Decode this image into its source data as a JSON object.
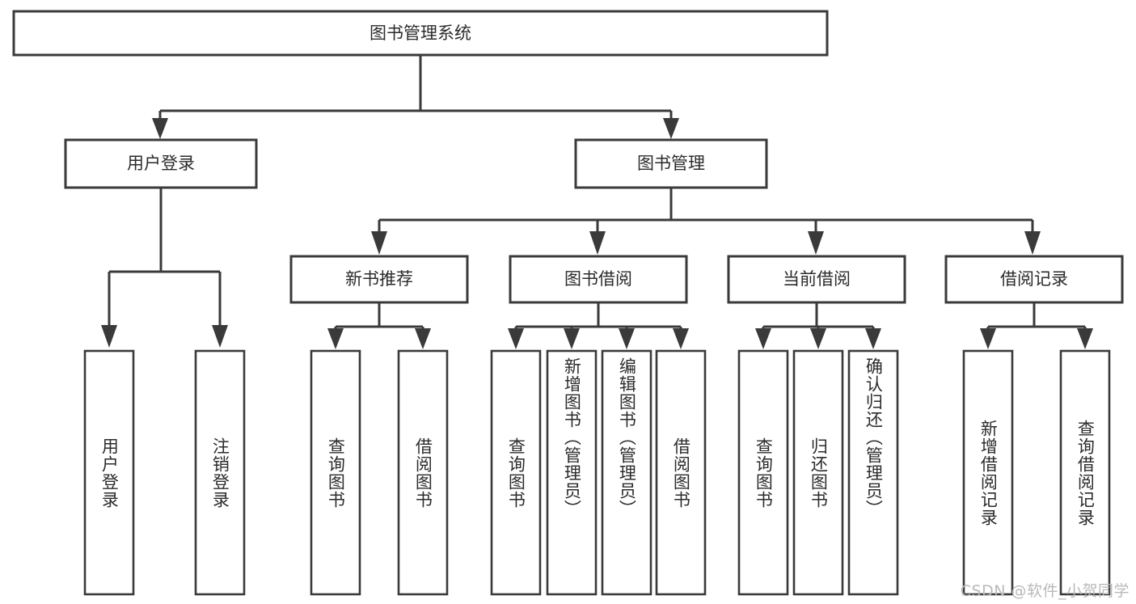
{
  "diagram": {
    "type": "tree-hierarchy-diagram",
    "title": "图书管理系统",
    "orientation": "top-down",
    "root": {
      "id": "root",
      "label": "图书管理系统",
      "text_direction": "horizontal"
    },
    "level2": [
      {
        "id": "user-login",
        "label": "用户登录",
        "text_direction": "horizontal"
      },
      {
        "id": "book-manage",
        "label": "图书管理",
        "text_direction": "horizontal"
      }
    ],
    "level3": [
      {
        "id": "new-book-recommend",
        "label": "新书推荐",
        "parent": "book-manage",
        "text_direction": "horizontal"
      },
      {
        "id": "book-borrow",
        "label": "图书借阅",
        "parent": "book-manage",
        "text_direction": "horizontal"
      },
      {
        "id": "current-borrow",
        "label": "当前借阅",
        "parent": "book-manage",
        "text_direction": "horizontal"
      },
      {
        "id": "borrow-record",
        "label": "借阅记录",
        "parent": "book-manage",
        "text_direction": "horizontal"
      }
    ],
    "leaves": [
      {
        "id": "leaf-user-login",
        "label": "用户登录",
        "parent": "user-login",
        "text_direction": "vertical"
      },
      {
        "id": "leaf-logout-login",
        "label": "注销登录",
        "parent": "user-login",
        "text_direction": "vertical"
      },
      {
        "id": "leaf-query-book-1",
        "label": "查询图书",
        "parent": "new-book-recommend",
        "text_direction": "vertical"
      },
      {
        "id": "leaf-borrow-book-1",
        "label": "借阅图书",
        "parent": "new-book-recommend",
        "text_direction": "vertical"
      },
      {
        "id": "leaf-query-book-2",
        "label": "查询图书",
        "parent": "book-borrow",
        "text_direction": "vertical"
      },
      {
        "id": "leaf-add-book",
        "label": "新增图书（管理员）",
        "parent": "book-borrow",
        "text_direction": "vertical"
      },
      {
        "id": "leaf-edit-book",
        "label": "编辑图书（管理员）",
        "parent": "book-borrow",
        "text_direction": "vertical"
      },
      {
        "id": "leaf-borrow-book-2",
        "label": "借阅图书",
        "parent": "book-borrow",
        "text_direction": "vertical"
      },
      {
        "id": "leaf-query-book-3",
        "label": "查询图书",
        "parent": "current-borrow",
        "text_direction": "vertical"
      },
      {
        "id": "leaf-return-book",
        "label": "归还图书",
        "parent": "current-borrow",
        "text_direction": "vertical"
      },
      {
        "id": "leaf-confirm-return",
        "label": "确认归还（管理员）",
        "parent": "current-borrow",
        "text_direction": "vertical"
      },
      {
        "id": "leaf-add-record",
        "label": "新增借阅记录",
        "parent": "borrow-record",
        "text_direction": "vertical"
      },
      {
        "id": "leaf-query-record",
        "label": "查询借阅记录",
        "parent": "borrow-record",
        "text_direction": "vertical"
      }
    ],
    "colors": {
      "stroke": "#3a3a3a",
      "fill": "#ffffff",
      "text": "#2b2b2b",
      "watermark": "#b9b9b9"
    }
  },
  "watermark": {
    "text": "CSDN @软件_小贺同学"
  }
}
